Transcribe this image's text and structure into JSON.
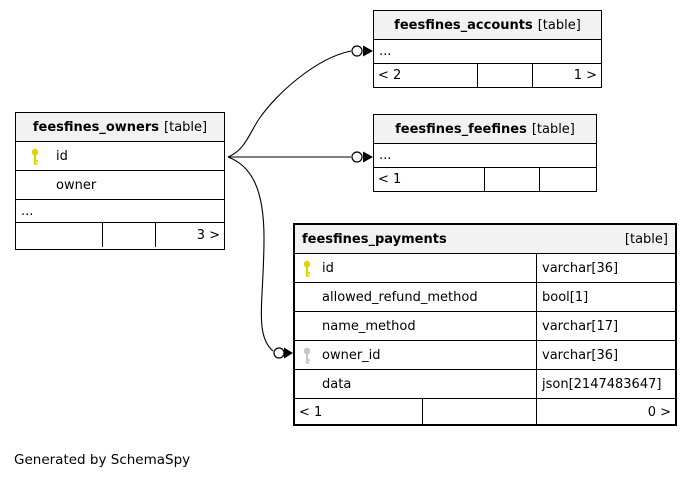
{
  "diagram": {
    "generated_note": "Generated by SchemaSpy"
  },
  "colors": {
    "background": "#ffffff",
    "table_header_bg": "#f2f2f2",
    "border": "#000000",
    "primary_key_icon": "#d9d900",
    "foreign_key_icon": "#c8c8c8"
  },
  "tables": {
    "accounts": {
      "name": "feesfines_accounts",
      "tag": "[table]",
      "elided": "...",
      "footer": {
        "in": "< 2",
        "mid": "",
        "out": "1 >"
      }
    },
    "feefines": {
      "name": "feesfines_feefines",
      "tag": "[table]",
      "elided": "...",
      "footer": {
        "in": "< 1",
        "mid": "",
        "out": ""
      }
    },
    "owners": {
      "name": "feesfines_owners",
      "tag": "[table]",
      "columns": [
        {
          "name": "id",
          "key": "primary"
        },
        {
          "name": "owner",
          "key": ""
        }
      ],
      "elided": "...",
      "footer": {
        "in": "",
        "mid": "",
        "out": "3 >"
      }
    },
    "payments": {
      "name": "feesfines_payments",
      "tag": "[table]",
      "columns": [
        {
          "name": "id",
          "type": "varchar[36]",
          "key": "primary"
        },
        {
          "name": "allowed_refund_method",
          "type": "bool[1]",
          "key": ""
        },
        {
          "name": "name_method",
          "type": "varchar[17]",
          "key": ""
        },
        {
          "name": "owner_id",
          "type": "varchar[36]",
          "key": "foreign"
        },
        {
          "name": "data",
          "type": "json[2147483647]",
          "key": ""
        }
      ],
      "footer": {
        "in": "< 1",
        "mid": "",
        "out": "0 >"
      }
    }
  }
}
